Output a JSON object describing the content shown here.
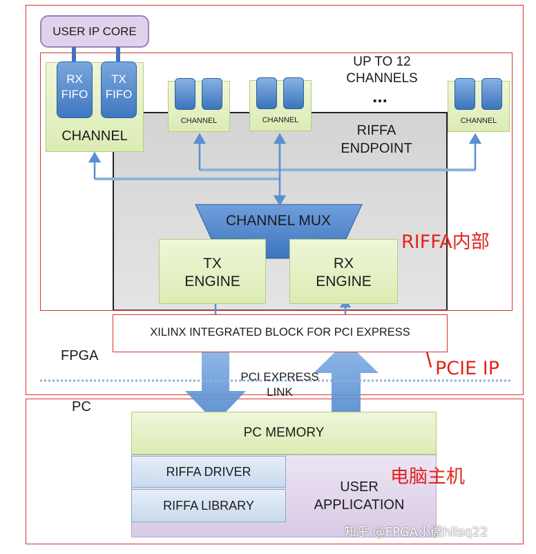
{
  "labels": {
    "user_ip_core": "USER IP CORE",
    "rx_fifo_line1": "RX",
    "rx_fifo_line2": "FIFO",
    "tx_fifo_line1": "TX",
    "tx_fifo_line2": "FIFO",
    "channel_large": "CHANNEL",
    "channel_small": "CHANNEL",
    "up_to_line1": "UP TO 12",
    "up_to_line2": "CHANNELS",
    "ellipsis": "...",
    "riffa_endpoint_line1": "RIFFA",
    "riffa_endpoint_line2": "ENDPOINT",
    "channel_mux": "CHANNEL MUX",
    "tx_engine_line1": "TX",
    "tx_engine_line2": "ENGINE",
    "rx_engine_line1": "RX",
    "rx_engine_line2": "ENGINE",
    "xilinx_block": "XILINX INTEGRATED BLOCK FOR PCI EXPRESS",
    "fpga": "FPGA",
    "pci_link_line1": "PCI EXPRESS",
    "pci_link_line2": "LINK",
    "pc": "PC",
    "pc_memory": "PC MEMORY",
    "riffa_driver": "RIFFA DRIVER",
    "riffa_library": "RIFFA LIBRARY",
    "user_app_line1": "USER",
    "user_app_line2": "APPLICATION"
  },
  "annotations": {
    "riffa_internal": "RIFFA内部",
    "pcie_ip": "PCIE IP",
    "pc_host": "电脑主机"
  },
  "watermark": "知乎 @FPGA小微hllsq22",
  "colors": {
    "annotation_red": "#e0241d",
    "frame_red": "#d9302a",
    "fifo_blue": "#3f78c0",
    "arrow_blue": "#5b8fd0",
    "green_fill": "#e4f0c4",
    "purple_fill": "#e6dcef",
    "gray_fill": "#dcdcdc"
  }
}
